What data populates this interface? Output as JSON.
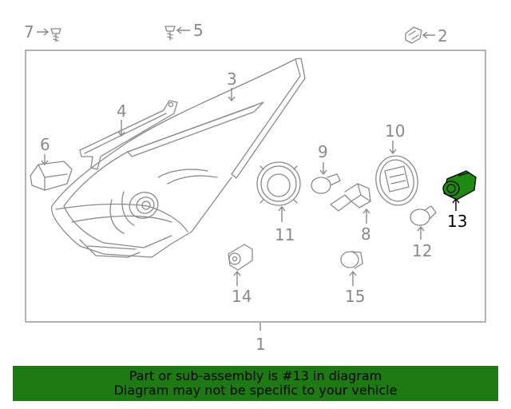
{
  "callouts": {
    "c1": "1",
    "c2": "2",
    "c3": "3",
    "c4": "4",
    "c5": "5",
    "c6": "6",
    "c7": "7",
    "c8": "8",
    "c9": "9",
    "c10": "10",
    "c11": "11",
    "c12": "12",
    "c13": "13",
    "c14": "14",
    "c15": "15"
  },
  "highlight": {
    "part_number": "13",
    "color": "#1e8a10"
  },
  "colors": {
    "line": "#8a8a8a",
    "footer_bg": "#1d7a12"
  },
  "footer": {
    "line1": "Part or sub-assembly is #13 in diagram",
    "line2": "Diagram may not be specific to your vehicle"
  }
}
